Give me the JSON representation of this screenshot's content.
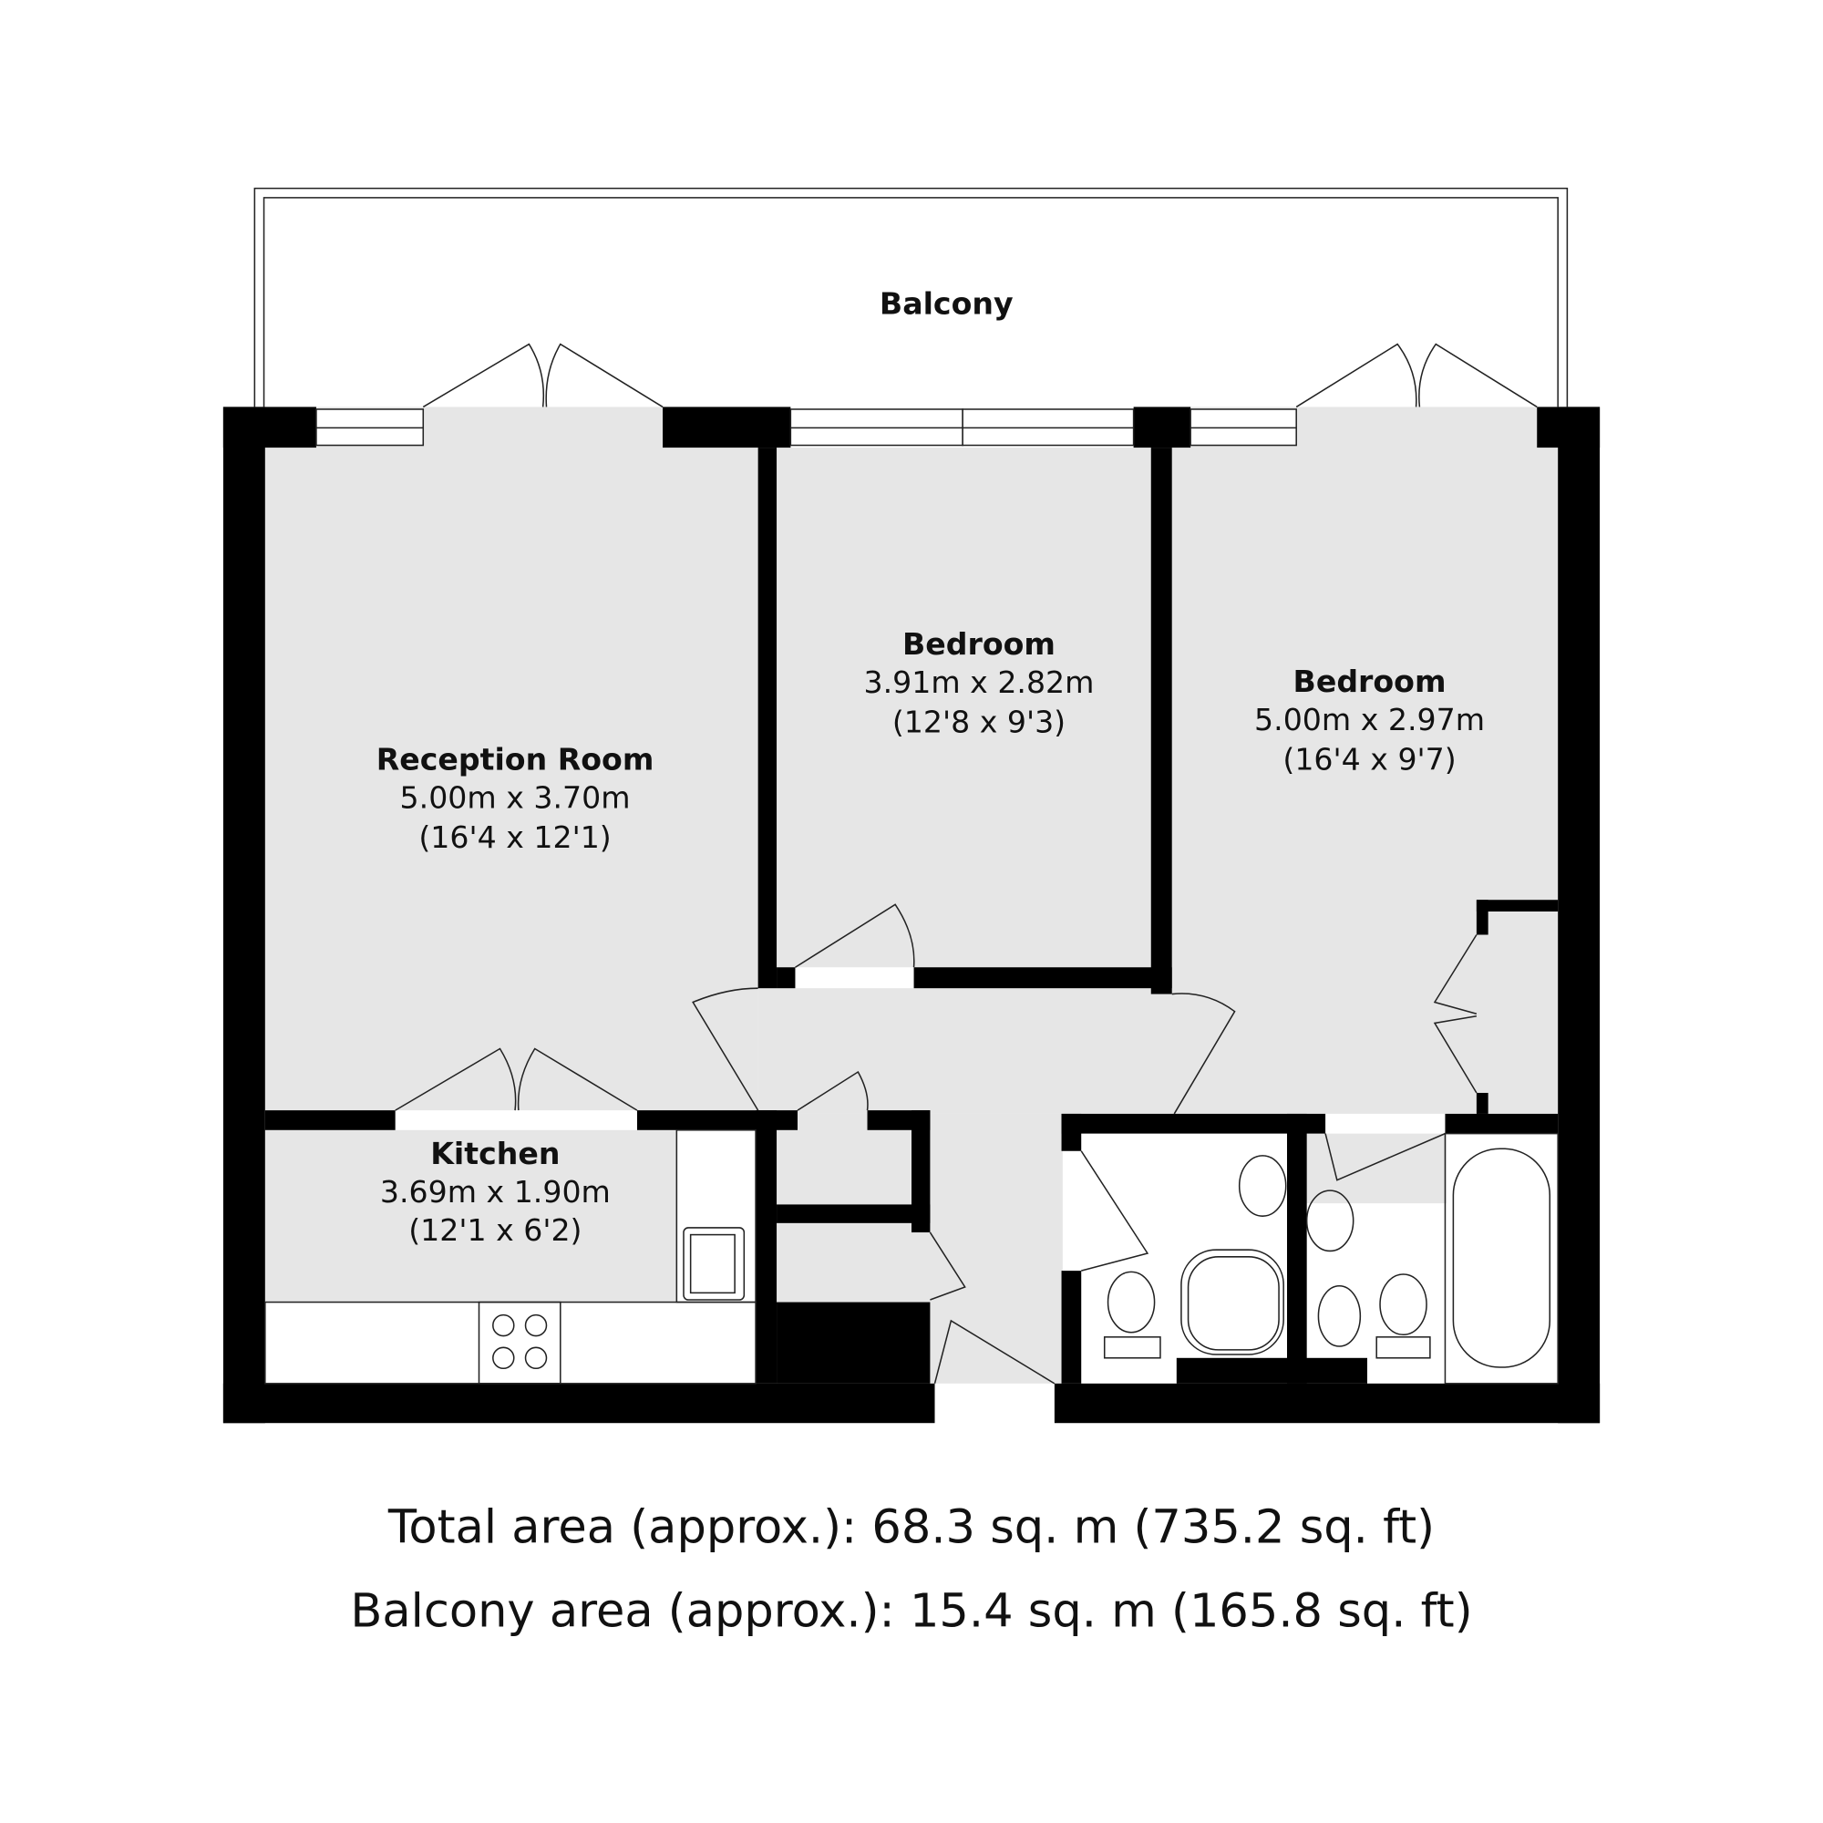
{
  "balcony": {
    "label": "Balcony"
  },
  "rooms": [
    {
      "name": "Reception Room",
      "metric": "5.00m x 3.70m",
      "imperial": "(16'4 x 12'1)"
    },
    {
      "name": "Bedroom",
      "metric": "3.91m x 2.82m",
      "imperial": "(12'8 x 9'3)"
    },
    {
      "name": "Bedroom",
      "metric": "5.00m x 2.97m",
      "imperial": "(16'4 x 9'7)"
    },
    {
      "name": "Kitchen",
      "metric": "3.69m x 1.90m",
      "imperial": "(12'1 x 6'2)"
    }
  ],
  "totals": {
    "total_area": "Total area (approx.): 68.3 sq. m (735.2 sq. ft)",
    "balcony_area": "Balcony area (approx.): 15.4 sq. m (165.8 sq. ft)"
  }
}
